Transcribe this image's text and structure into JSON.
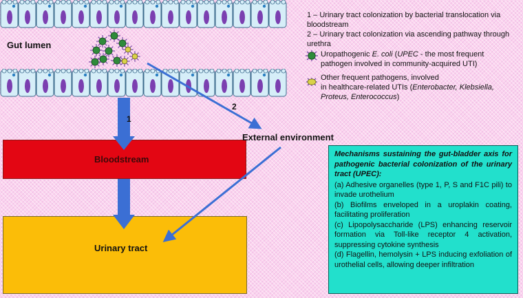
{
  "labels": {
    "gut_lumen": "Gut lumen",
    "bloodstream": "Bloodstream",
    "urinary_tract": "Urinary tract",
    "external_environment": "External environment",
    "route1": "1",
    "route2": "2"
  },
  "legend": {
    "route1": "1 – Urinary tract colonization by bacterial translocation via bloodstream",
    "route2": "2 – Urinary tract colonization via ascending pathway through urethra",
    "upec": {
      "pre": "Uropathogenic ",
      "italic": "E. coli",
      "post": " (",
      "abbr_italic": "UPEC",
      "rest": " - the most frequent pathogen involved in community-acquired UTI)"
    },
    "other": {
      "line1": "Other frequent pathogens, involved",
      "line2": "in healthcare-related UTIs (",
      "pathogens": "Enterobacter, Klebsiella, Proteus, Enterococcus",
      "close": ")"
    }
  },
  "mechanisms": {
    "title": "Mechanisms sustaining the gut-bladder axis for pathogenic bacterial colonization of the urinary tract (UPEC):",
    "items": [
      "(a) Adhesive organelles (type 1, P, S and F1C pili) to invade urothelium",
      "(b) Biofilms enveloped in a uroplakin coating, facilitating proliferation",
      "(c) Lipopolysaccharide (LPS) enhancing reservoir formation via Toll-like receptor 4 activation, suppressing cytokine synthesis",
      "(d) Flagellin, hemolysin + LPS inducing exfoliation of urothelial cells, allowing deeper infiltration"
    ]
  },
  "colors": {
    "background": "#fbd3ee",
    "bloodstream": "#e30613",
    "urinary_tract": "#fbbd08",
    "mechanism_box": "#22e0cc",
    "arrow": "#3b6fd4",
    "cell_fill": "#d6eef8",
    "nucleus": "#7b3fb0",
    "upec_bacteria": "#2e8b3a",
    "other_bacteria": "#d9d24a"
  },
  "icons": {
    "upec": "spiky-green-bacterium-icon",
    "other": "spiky-yellow-bacterium-icon",
    "cell": "epithelial-cell-icon"
  }
}
